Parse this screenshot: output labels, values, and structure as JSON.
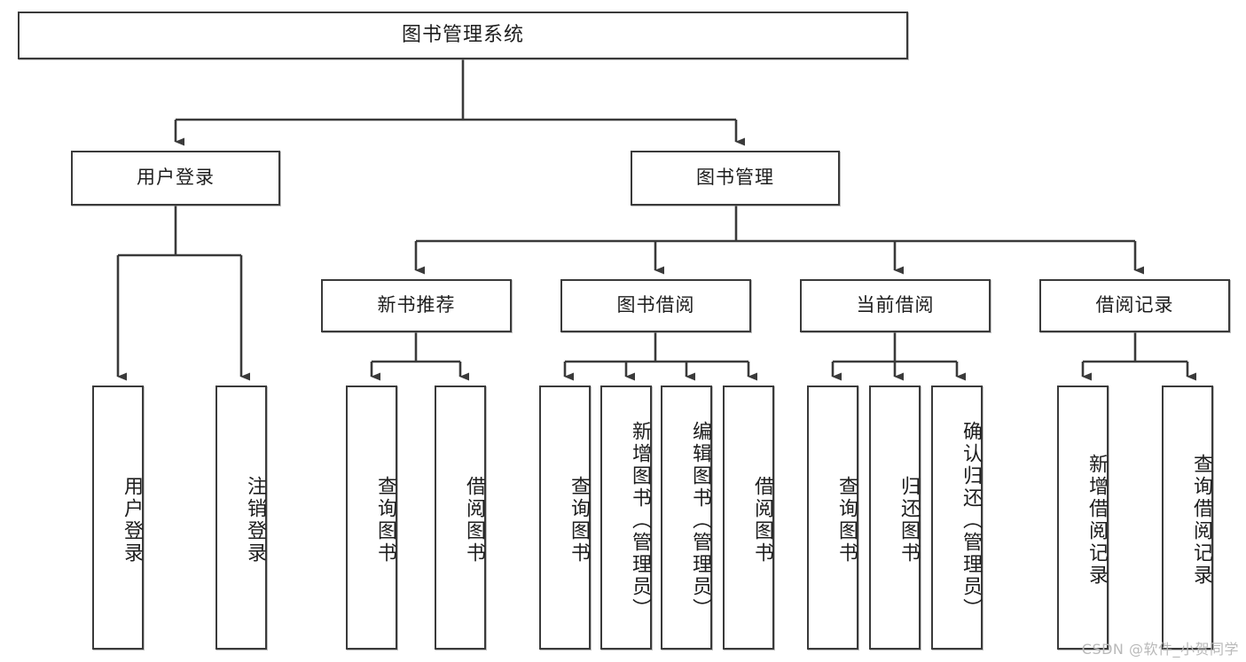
{
  "diagram": {
    "title": "图书管理系统",
    "type": "tree-diagram",
    "watermark": "CSDN @软件_小贺同学",
    "colors": {
      "box_border": "#3a3a3a",
      "box_fill": "#ffffff",
      "connector": "#3a3a3a",
      "text": "#1d1d1d",
      "watermark": "#b9b9b9"
    },
    "root": {
      "label": "图书管理系统"
    },
    "level2": [
      {
        "label": "用户登录"
      },
      {
        "label": "图书管理"
      }
    ],
    "level3": [
      {
        "label": "新书推荐"
      },
      {
        "label": "图书借阅"
      },
      {
        "label": "当前借阅"
      },
      {
        "label": "借阅记录"
      }
    ],
    "leaves": {
      "user_login": [
        {
          "label": "用户登录"
        },
        {
          "label": "注销登录"
        }
      ],
      "new_book": [
        {
          "label": "查询图书"
        },
        {
          "label": "借阅图书"
        }
      ],
      "borrow_book": [
        {
          "label": "查询图书"
        },
        {
          "label": "新增图书（管理员）"
        },
        {
          "label": "编辑图书（管理员）"
        },
        {
          "label": "借阅图书"
        }
      ],
      "current_borrow": [
        {
          "label": "查询图书"
        },
        {
          "label": "归还图书"
        },
        {
          "label": "确认归还（管理员）"
        }
      ],
      "borrow_record": [
        {
          "label": "新增借阅记录"
        },
        {
          "label": "查询借阅记录"
        }
      ]
    }
  }
}
